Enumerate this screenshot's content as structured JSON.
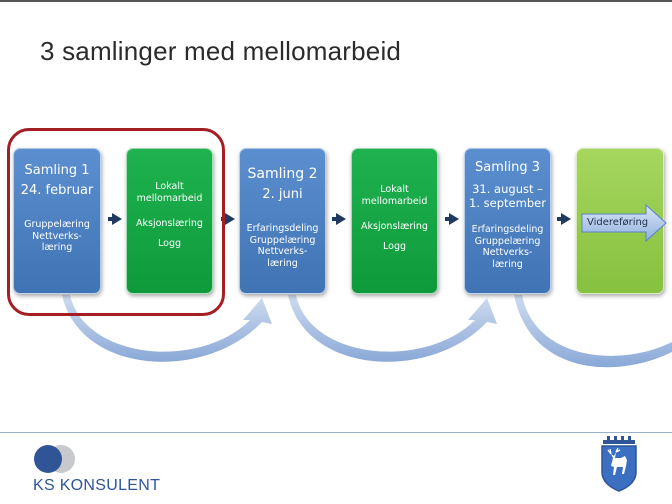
{
  "title": "3 samlinger med mellomarbeid",
  "boxes": [
    {
      "head": "Samling 1",
      "date": "24. februar",
      "body1": "Gruppelæring",
      "body2": "Nettverks-",
      "body3": "læring"
    },
    {
      "head1": "Lokalt",
      "head2": "mellomarbeid",
      "body1": "Aksjonslæring",
      "body2": "Logg"
    },
    {
      "head": "Samling  2",
      "date": "2. juni",
      "body1": "Erfaringsdeling",
      "body2": "Gruppelæring",
      "body3": "Nettverks-",
      "body4": "læring"
    },
    {
      "head1": "Lokalt",
      "head2": "mellomarbeid",
      "body1": "Aksjonslæring",
      "body2": "Logg"
    },
    {
      "head": "Samling  3",
      "date1": "31. august –",
      "date2": "1. september",
      "body1": "Erfaringsdeling",
      "body2": "Gruppelæring",
      "body3": "Nettverks-",
      "body4": "læring"
    },
    {
      "label": "Videreføring"
    }
  ],
  "footer": {
    "logo_text": "KS KONSULENT"
  },
  "colors": {
    "blue_box": "#4a7fc1",
    "green_box": "#13a545",
    "lime_box": "#93ca4c",
    "highlight_frame": "#a51e24",
    "arrow": "#1f3960",
    "brand_blue": "#2f5597"
  }
}
